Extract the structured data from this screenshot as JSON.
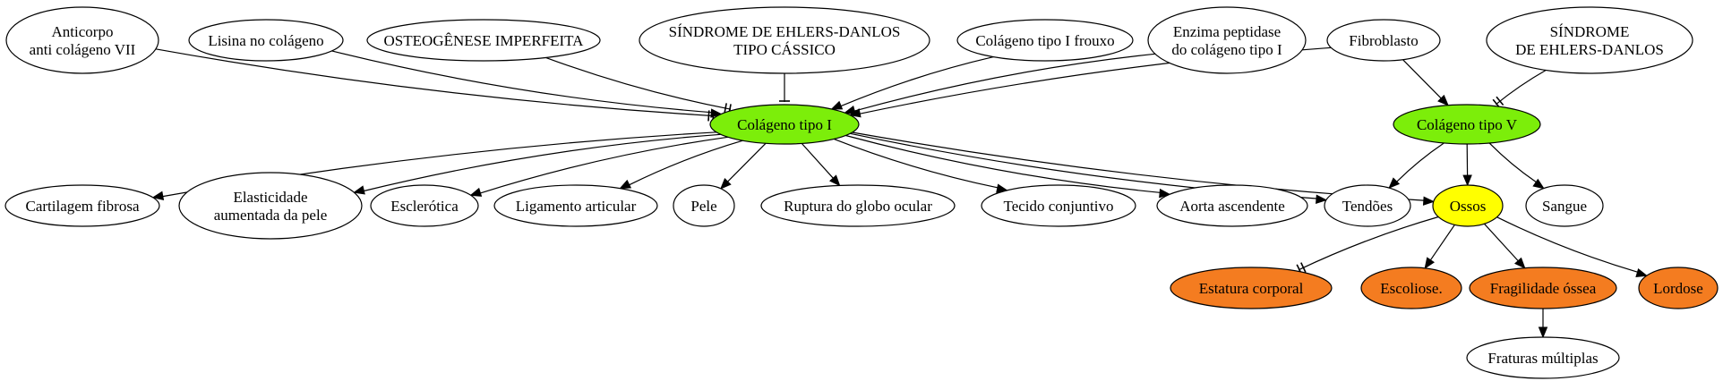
{
  "colors": {
    "default_fill": "#ffffff",
    "collagen_fill": "#7cee0a",
    "bone_fill": "#ffff00",
    "symptom_fill": "#f47c20",
    "stroke": "#000000"
  },
  "nodes": [
    {
      "id": "anticorpo",
      "lines": [
        "Anticorpo",
        "anti colágeno VII"
      ],
      "style": "default"
    },
    {
      "id": "lisina",
      "lines": [
        "Lisina no colágeno"
      ],
      "style": "default"
    },
    {
      "id": "osteogenese",
      "lines": [
        "OSTEOGÊNESE IMPERFEITA"
      ],
      "style": "default"
    },
    {
      "id": "sed-classico",
      "lines": [
        "SÍNDROME DE EHLERS-DANLOS",
        "TIPO CÁSSICO"
      ],
      "style": "default"
    },
    {
      "id": "col1-frouxo",
      "lines": [
        "Colágeno tipo I frouxo"
      ],
      "style": "default"
    },
    {
      "id": "enzima",
      "lines": [
        "Enzima peptidase",
        "do colágeno tipo I"
      ],
      "style": "default"
    },
    {
      "id": "fibroblasto",
      "lines": [
        "Fibroblasto"
      ],
      "style": "default"
    },
    {
      "id": "sed",
      "lines": [
        "SÍNDROME",
        "DE EHLERS-DANLOS"
      ],
      "style": "default"
    },
    {
      "id": "col1",
      "lines": [
        "Colágeno tipo I"
      ],
      "style": "collagen"
    },
    {
      "id": "col5",
      "lines": [
        "Colágeno tipo V"
      ],
      "style": "collagen"
    },
    {
      "id": "cartilagem",
      "lines": [
        "Cartilagem fibrosa"
      ],
      "style": "default"
    },
    {
      "id": "elasticidade",
      "lines": [
        "Elasticidade",
        "aumentada da pele"
      ],
      "style": "default"
    },
    {
      "id": "esclerotica",
      "lines": [
        "Esclerótica"
      ],
      "style": "default"
    },
    {
      "id": "ligamento",
      "lines": [
        "Ligamento articular"
      ],
      "style": "default"
    },
    {
      "id": "pele",
      "lines": [
        "Pele"
      ],
      "style": "default"
    },
    {
      "id": "ruptura",
      "lines": [
        "Ruptura do globo ocular"
      ],
      "style": "default"
    },
    {
      "id": "tecido",
      "lines": [
        "Tecido conjuntivo"
      ],
      "style": "default"
    },
    {
      "id": "aorta",
      "lines": [
        "Aorta ascendente"
      ],
      "style": "default"
    },
    {
      "id": "tendoes",
      "lines": [
        "Tendões"
      ],
      "style": "default"
    },
    {
      "id": "ossos",
      "lines": [
        "Ossos"
      ],
      "style": "bone"
    },
    {
      "id": "sangue",
      "lines": [
        "Sangue"
      ],
      "style": "default"
    },
    {
      "id": "estatura",
      "lines": [
        "Estatura corporal"
      ],
      "style": "symptom"
    },
    {
      "id": "escoliose",
      "lines": [
        "Escoliose."
      ],
      "style": "symptom"
    },
    {
      "id": "fragilidade",
      "lines": [
        "Fragilidade óssea"
      ],
      "style": "symptom"
    },
    {
      "id": "lordose",
      "lines": [
        "Lordose"
      ],
      "style": "symptom"
    },
    {
      "id": "fraturas",
      "lines": [
        "Fraturas múltiplas"
      ],
      "style": "default"
    }
  ],
  "edges": [
    {
      "from": "anticorpo",
      "to": "col1",
      "head": "tee2"
    },
    {
      "from": "lisina",
      "to": "col1",
      "head": "arrow"
    },
    {
      "from": "osteogenese",
      "to": "col1",
      "head": "tee2"
    },
    {
      "from": "sed-classico",
      "to": "col1",
      "head": "tee1"
    },
    {
      "from": "col1-frouxo",
      "to": "col1",
      "head": "arrow"
    },
    {
      "from": "enzima",
      "to": "col1",
      "head": "arrow"
    },
    {
      "from": "fibroblasto",
      "to": "col1",
      "head": "arrow"
    },
    {
      "from": "fibroblasto",
      "to": "col5",
      "head": "arrow"
    },
    {
      "from": "sed",
      "to": "col5",
      "head": "tee2"
    },
    {
      "from": "col1",
      "to": "cartilagem",
      "head": "arrow"
    },
    {
      "from": "col1",
      "to": "elasticidade",
      "head": "arrow"
    },
    {
      "from": "col1",
      "to": "esclerotica",
      "head": "arrow"
    },
    {
      "from": "col1",
      "to": "ligamento",
      "head": "arrow"
    },
    {
      "from": "col1",
      "to": "pele",
      "head": "arrow"
    },
    {
      "from": "col1",
      "to": "ruptura",
      "head": "arrow"
    },
    {
      "from": "col1",
      "to": "tecido",
      "head": "arrow"
    },
    {
      "from": "col1",
      "to": "aorta",
      "head": "arrow"
    },
    {
      "from": "col1",
      "to": "tendoes",
      "head": "arrow"
    },
    {
      "from": "col1",
      "to": "ossos",
      "head": "arrow"
    },
    {
      "from": "col5",
      "to": "tendoes",
      "head": "arrow"
    },
    {
      "from": "col5",
      "to": "ossos",
      "head": "arrow"
    },
    {
      "from": "col5",
      "to": "sangue",
      "head": "arrow"
    },
    {
      "from": "ossos",
      "to": "estatura",
      "head": "tee2"
    },
    {
      "from": "ossos",
      "to": "escoliose",
      "head": "arrow"
    },
    {
      "from": "ossos",
      "to": "fragilidade",
      "head": "arrow"
    },
    {
      "from": "ossos",
      "to": "lordose",
      "head": "arrow"
    },
    {
      "from": "fragilidade",
      "to": "fraturas",
      "head": "arrow"
    }
  ]
}
